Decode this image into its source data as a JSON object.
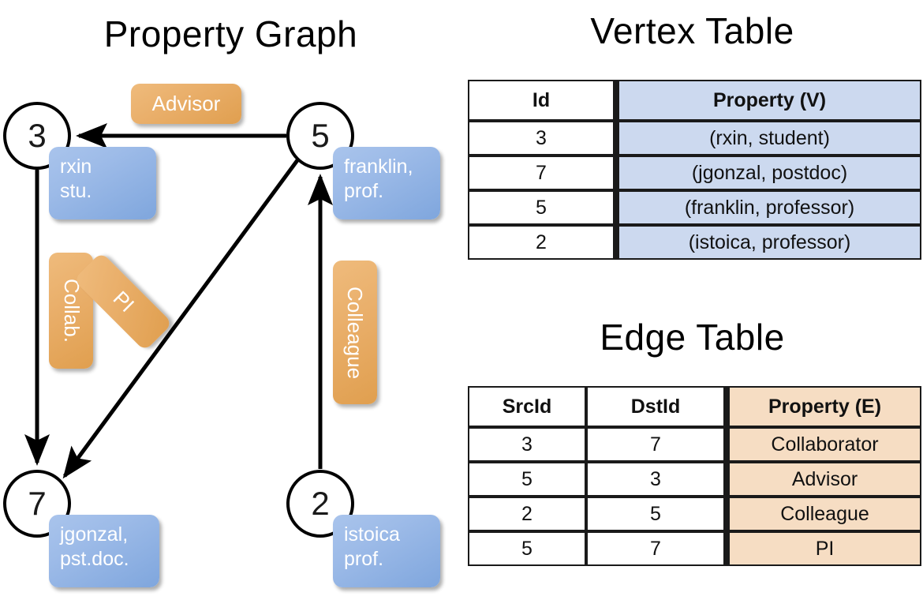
{
  "titles": {
    "property_graph": "Property Graph",
    "vertex_table": "Vertex Table",
    "edge_table": "Edge Table"
  },
  "graph": {
    "vertices": [
      {
        "id": "3",
        "property": "rxin\nstu.",
        "prop_line1": "rxin",
        "prop_line2": "stu."
      },
      {
        "id": "5",
        "property": "franklin,\nprof.",
        "prop_line1": "franklin,",
        "prop_line2": "prof."
      },
      {
        "id": "7",
        "property": "jgonzal,\npst.doc.",
        "prop_line1": "jgonzal,",
        "prop_line2": "pst.doc."
      },
      {
        "id": "2",
        "property": "istoica\nprof.",
        "prop_line1": "istoica",
        "prop_line2": "prof."
      }
    ],
    "edge_labels": {
      "advisor": "Advisor",
      "collab": "Collab.",
      "pi": "PI",
      "colleague": "Colleague"
    },
    "edges": [
      {
        "src": "5",
        "dst": "3",
        "label": "Advisor"
      },
      {
        "src": "3",
        "dst": "7",
        "label": "Collab."
      },
      {
        "src": "5",
        "dst": "7",
        "label": "PI"
      },
      {
        "src": "2",
        "dst": "5",
        "label": "Colleague"
      }
    ]
  },
  "vertex_table": {
    "headers": [
      "Id",
      "Property (V)"
    ],
    "rows": [
      {
        "id": "3",
        "property": "(rxin, student)"
      },
      {
        "id": "7",
        "property": "(jgonzal, postdoc)"
      },
      {
        "id": "5",
        "property": "(franklin, professor)"
      },
      {
        "id": "2",
        "property": "(istoica, professor)"
      }
    ]
  },
  "edge_table": {
    "headers": [
      "SrcId",
      "DstId",
      "Property (E)"
    ],
    "rows": [
      {
        "src": "3",
        "dst": "7",
        "property": "Collaborator"
      },
      {
        "src": "5",
        "dst": "3",
        "property": "Advisor"
      },
      {
        "src": "2",
        "dst": "5",
        "property": "Colleague"
      },
      {
        "src": "5",
        "dst": "7",
        "property": "PI"
      }
    ]
  },
  "colors": {
    "vertex_property_fill": "#9dbbe8",
    "edge_label_fill": "#e9ae69",
    "vertex_table_header_fill": "#ccd9ef",
    "edge_table_header_fill": "#f6ddc3",
    "stroke": "#000000"
  }
}
